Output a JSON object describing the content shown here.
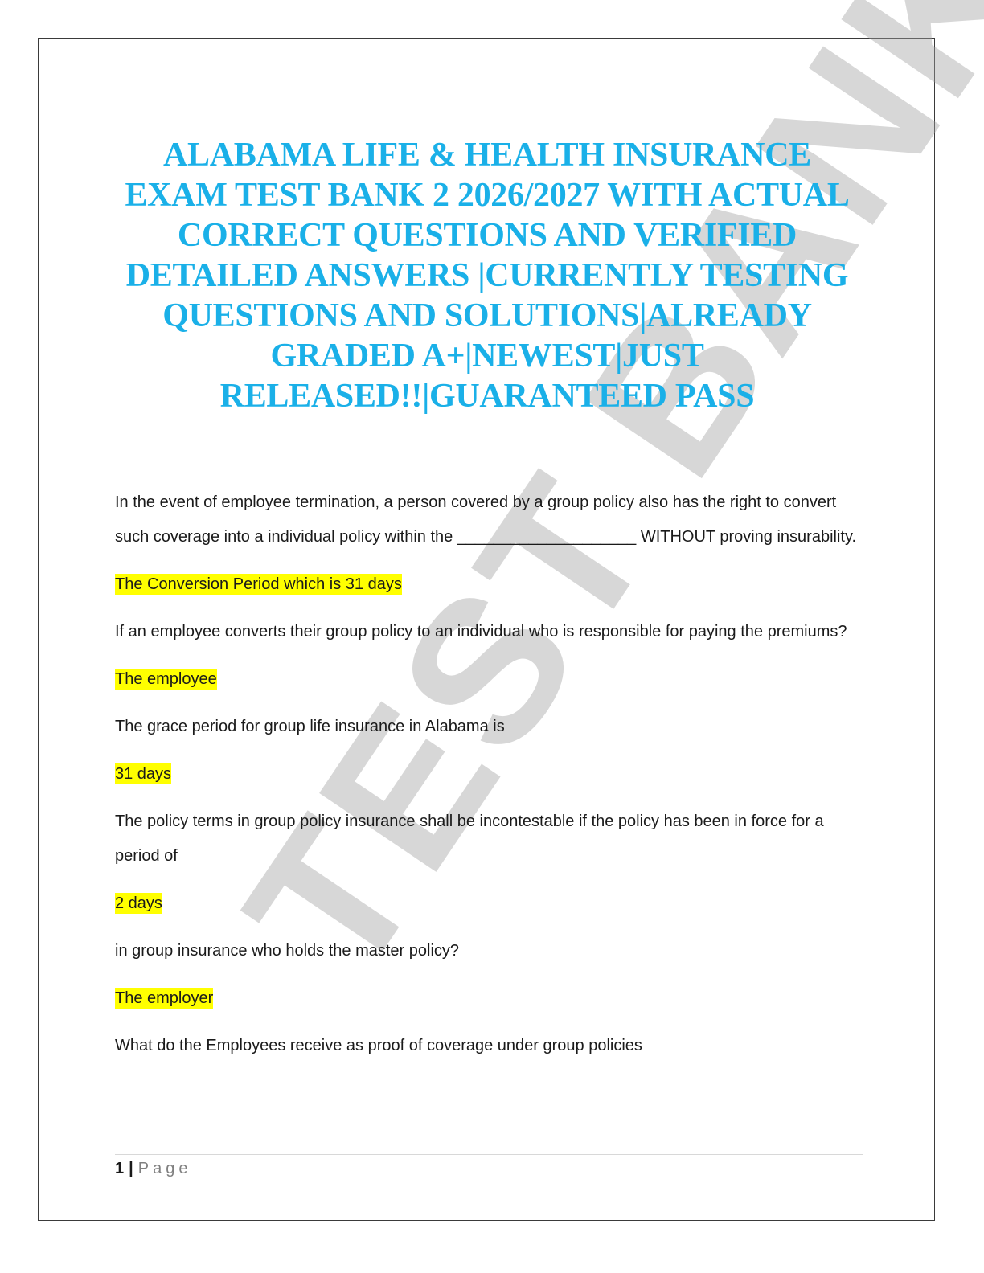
{
  "document": {
    "title_lines": [
      "ALABAMA LIFE & HEALTH INSURANCE",
      "EXAM TEST BANK 2 2026/2027 WITH ACTUAL",
      "CORRECT QUESTIONS AND VERIFIED",
      "DETAILED ANSWERS |CURRENTLY TESTING",
      "QUESTIONS AND SOLUTIONS|ALREADY",
      "GRADED A+|NEWEST|JUST",
      "RELEASED!!|GUARANTEED PASS"
    ],
    "watermark": "TEST BANK",
    "title_color": "#1ab0e8",
    "highlight_color": "#ffff00"
  },
  "qa": [
    {
      "question": "In the event of employee termination, a person covered by a group policy also has the right to convert such coverage into a individual policy within the ____________________ WITHOUT proving insurability.",
      "answer": "The Conversion Period which is 31 days"
    },
    {
      "question": "If an employee converts their group policy to an individual who is responsible for paying the premiums?",
      "answer": "The employee"
    },
    {
      "question": "The grace period for group life insurance in Alabama is",
      "answer": "31 days"
    },
    {
      "question": "The policy terms in group policy insurance shall be incontestable if the policy has been in force for a period of",
      "answer": "2 days"
    },
    {
      "question": "in group insurance who holds the master policy?",
      "answer": "The employer"
    },
    {
      "question": "What do the Employees receive as proof of coverage under group policies",
      "answer": ""
    }
  ],
  "footer": {
    "page_number": "1",
    "separator": "|",
    "page_label": "Page"
  }
}
